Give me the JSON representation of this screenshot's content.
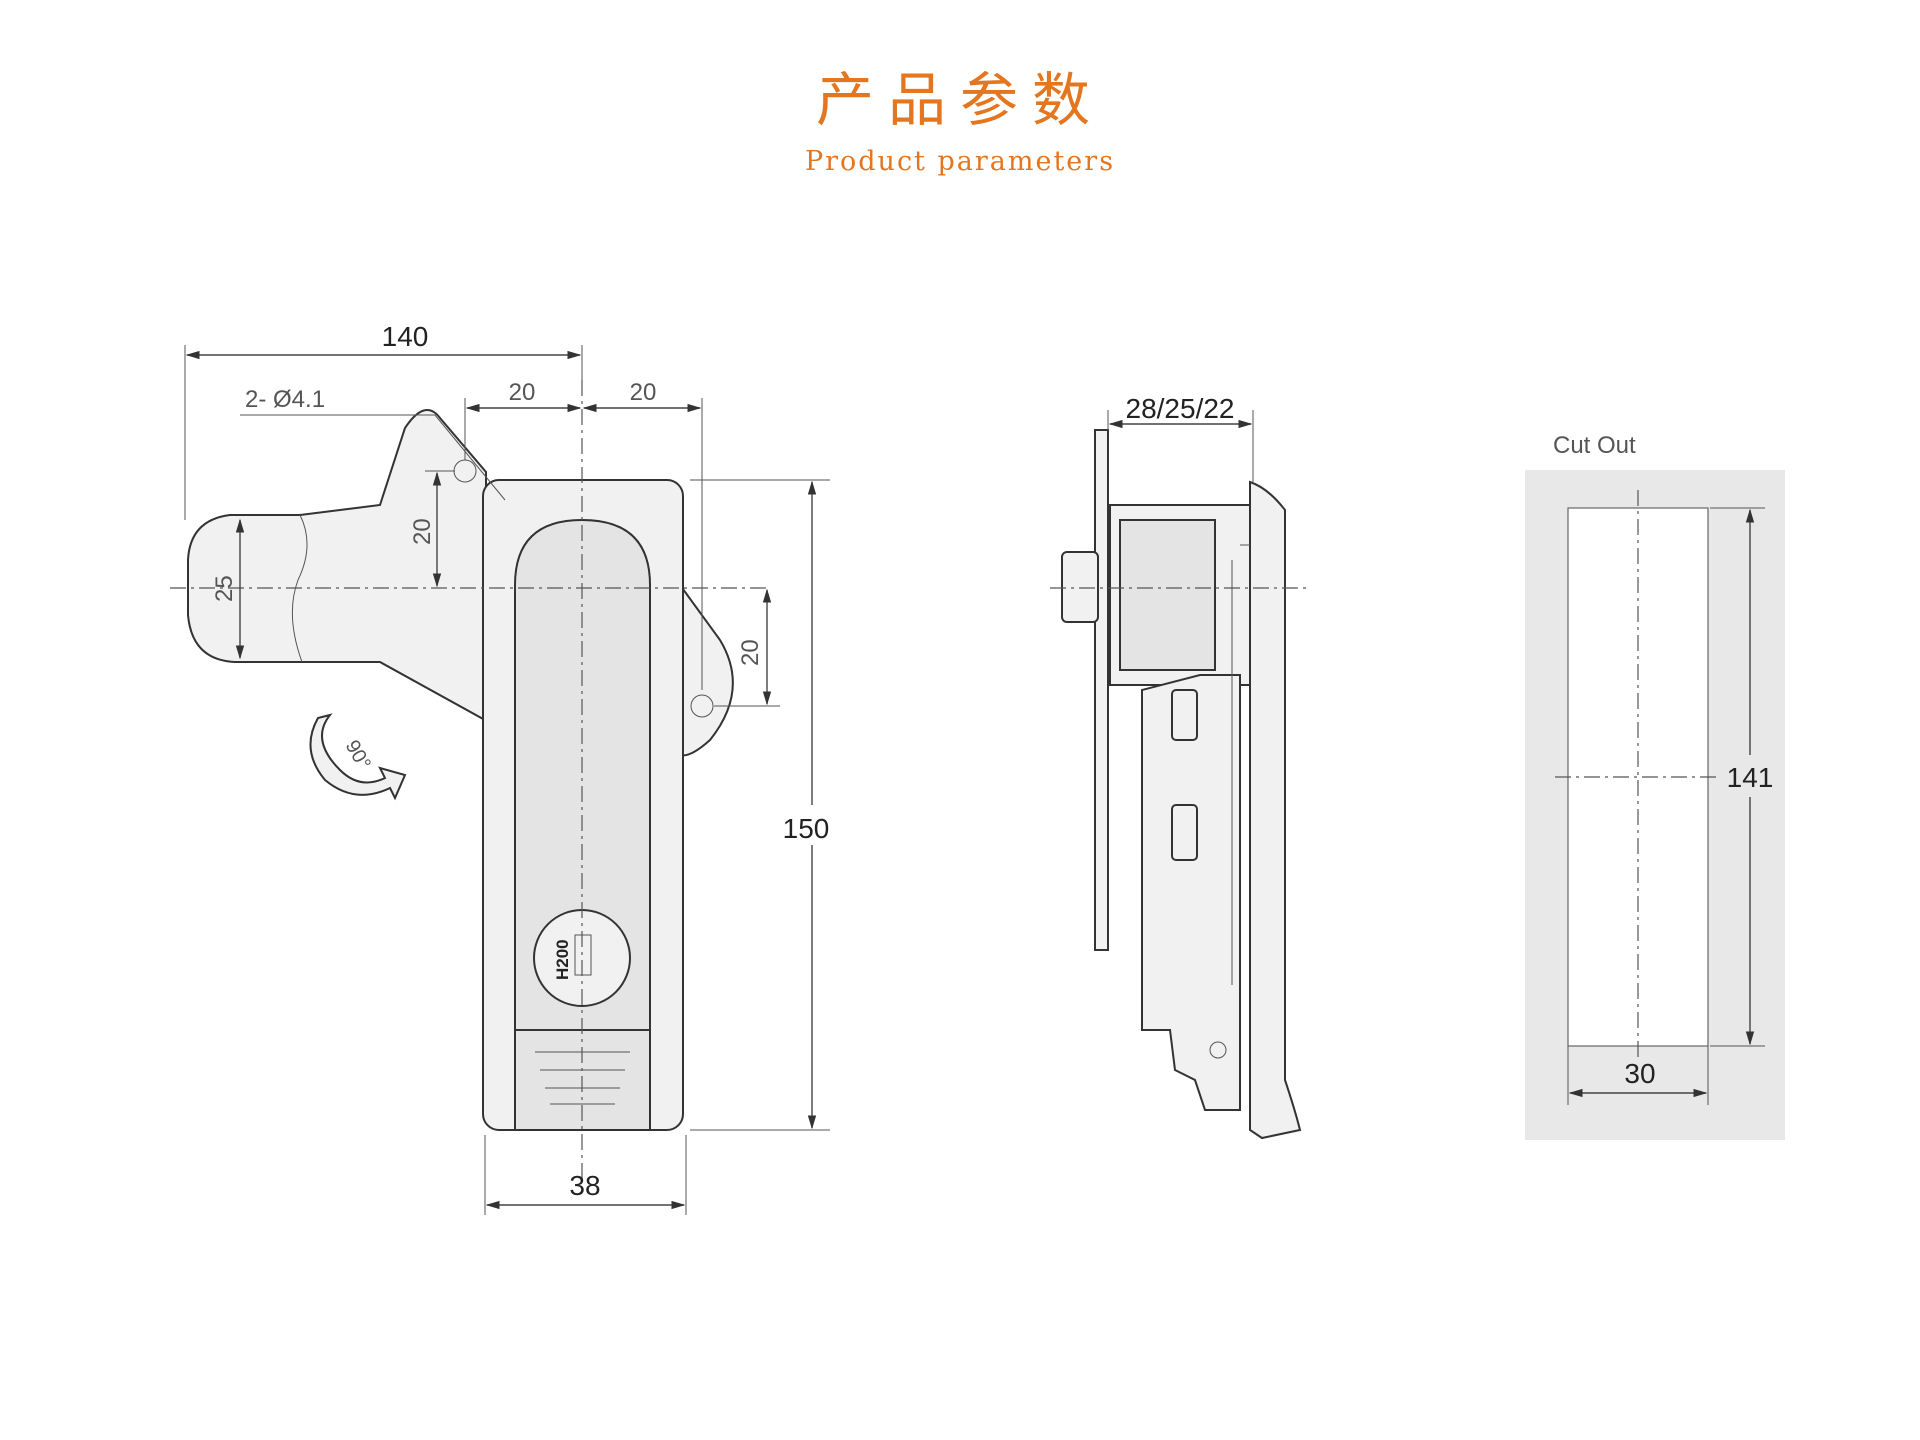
{
  "header": {
    "title_zh": "产品参数",
    "title_en": "Product parameters"
  },
  "front_view": {
    "dim_overall_width": "140",
    "dim_hole_label": "2- Ø4.1",
    "dim_offset_left": "20",
    "dim_offset_right": "20",
    "dim_hole_vertical_top": "20",
    "dim_tongue": "25",
    "dim_hole_vertical_right": "20",
    "dim_height": "150",
    "dim_body_width": "38",
    "lock_label": "H200",
    "rotation_label": "90°"
  },
  "side_view": {
    "dim_depth": "28/25/22"
  },
  "cutout_view": {
    "title": "Cut Out",
    "dim_height": "141",
    "dim_width": "30"
  },
  "colors": {
    "accent": "#e4761f",
    "line": "#333333",
    "cutout_bg": "#e8e8e8"
  }
}
